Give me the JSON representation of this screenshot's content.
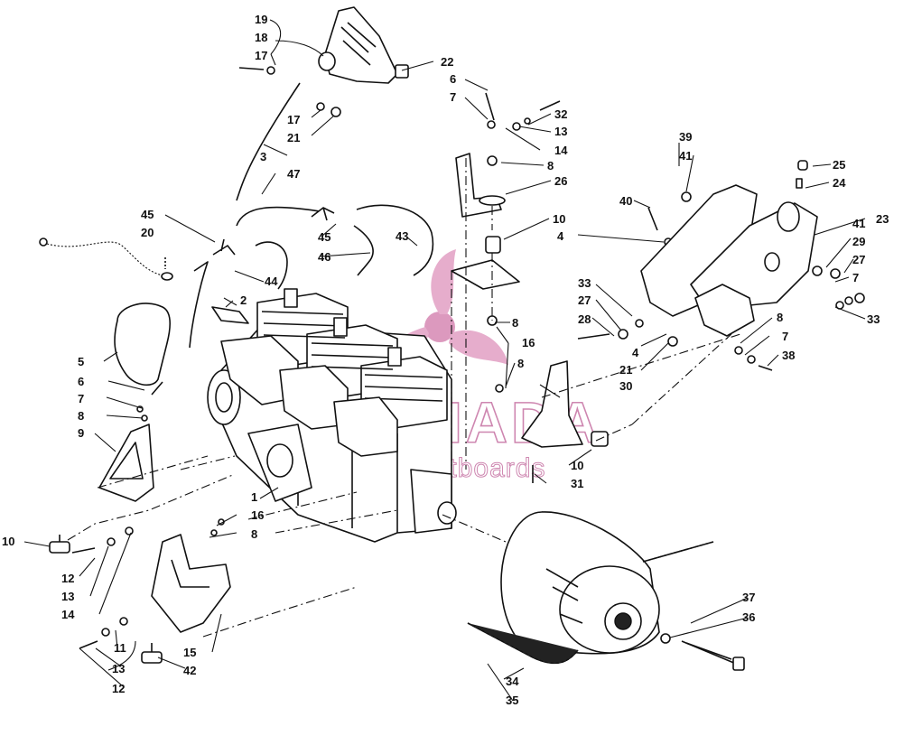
{
  "diagram": {
    "callouts": [
      "1",
      "2",
      "3",
      "4",
      "5",
      "6",
      "7",
      "8",
      "9",
      "10",
      "11",
      "12",
      "13",
      "14",
      "15",
      "16",
      "17",
      "18",
      "19",
      "20",
      "21",
      "22",
      "23",
      "24",
      "25",
      "26",
      "27",
      "28",
      "29",
      "30",
      "31",
      "32",
      "33",
      "34",
      "35",
      "36",
      "37",
      "38",
      "39",
      "40",
      "41",
      "42",
      "43",
      "44",
      "45",
      "46",
      "47"
    ],
    "colors": {
      "line": "#111111",
      "watermark": "#c97aa8",
      "background": "#ffffff"
    }
  },
  "watermark": {
    "brand": "ARMADA",
    "tagline": "marine outboards",
    "icon": "propeller-logo-icon"
  }
}
